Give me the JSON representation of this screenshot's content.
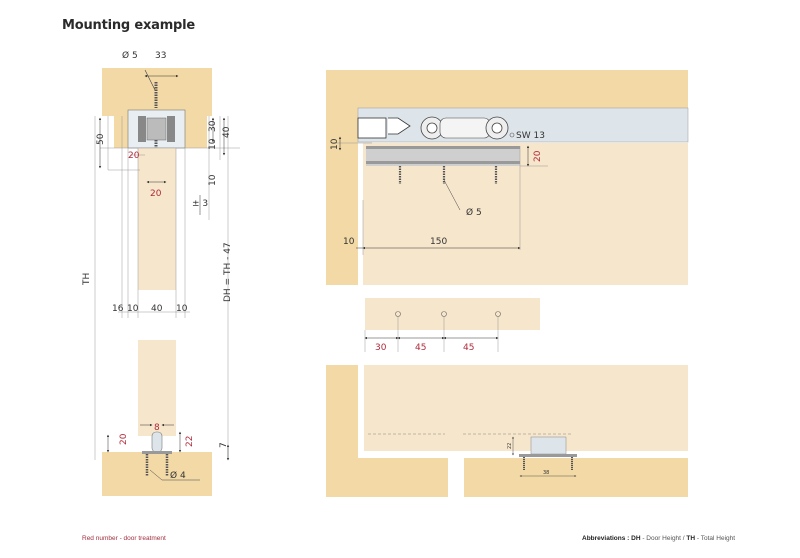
{
  "page": {
    "title": "Mounting example",
    "footer": {
      "legend_note": "Red number - door treatment",
      "abbreviations_label": "Abbreviations :",
      "dh_abbr": "DH",
      "dh_meaning": " - Door Height / ",
      "th_abbr": "TH",
      "th_meaning": " - Total Height"
    }
  },
  "colors": {
    "wood_dark": "#f2d9a6",
    "wood_light": "#f6e6cc",
    "track_grey": "#dde5ea",
    "dimension_red": "#b02a3a",
    "dimension_dark": "#333333",
    "line_grey": "#999999"
  },
  "side_view": {
    "top_labels": {
      "screw_dia": "Ø 5",
      "width": "33"
    },
    "vertical": {
      "height_50": "50",
      "h30": "30",
      "h40": "40",
      "h10a": "10",
      "h10b": "10",
      "tolerance": "± 3"
    },
    "door_red": {
      "h20": "20",
      "w20": "20"
    },
    "bottom_row": {
      "d16": "16",
      "d10a": "10",
      "d40": "40",
      "d10b": "10"
    },
    "th_label": "TH",
    "dh_formula": "DH = TH - 47",
    "floor_guide": {
      "w8": "8",
      "h20": "20",
      "h22": "22",
      "h7": "7",
      "screw_dia": "Ø 4"
    }
  },
  "front_view": {
    "top": {
      "h10": "10",
      "sw": "SW 13",
      "h20": "20",
      "screw_dia": "Ø 5",
      "offset10": "10",
      "spacing150": "150"
    },
    "hole_pattern": {
      "d30": "30",
      "d45a": "45",
      "d45b": "45"
    },
    "bottom": {
      "h22": "22",
      "w38": "38"
    }
  }
}
